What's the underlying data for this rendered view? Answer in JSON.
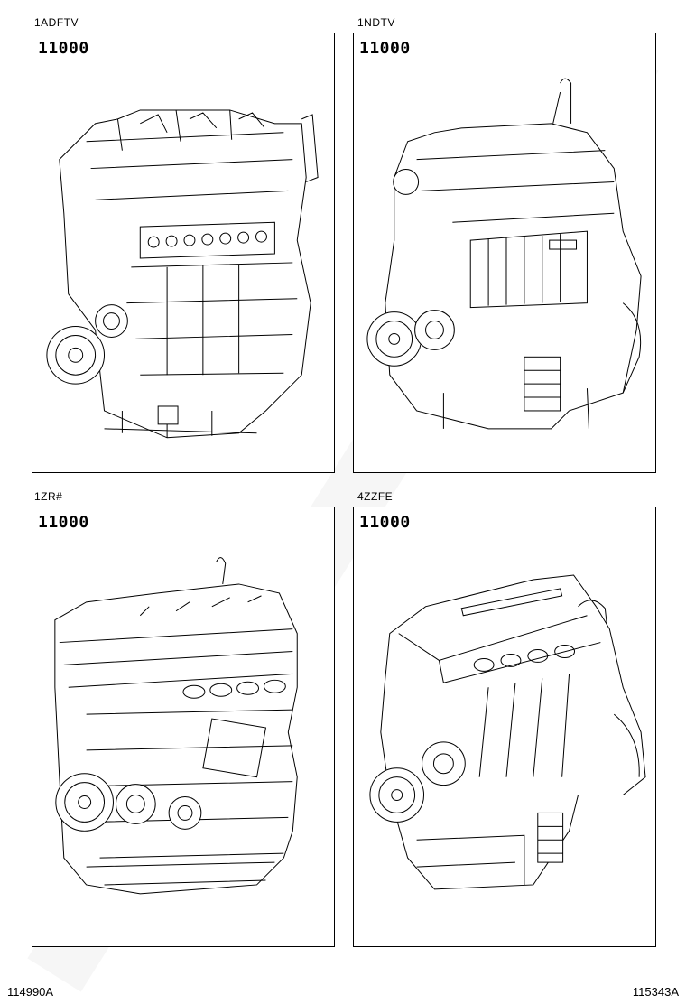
{
  "panels": [
    {
      "engine": "1ADFTV",
      "part_number": "11000",
      "icon": "engine-assembly-drawing"
    },
    {
      "engine": "1NDTV",
      "part_number": "11000",
      "icon": "engine-assembly-drawing"
    },
    {
      "engine": "1ZR#",
      "part_number": "11000",
      "icon": "engine-assembly-drawing"
    },
    {
      "engine": "4ZZFE",
      "part_number": "11000",
      "icon": "engine-assembly-drawing"
    }
  ],
  "footer": {
    "left_code": "114990A",
    "right_code": "115343A"
  },
  "watermark_icon": "toyota-catalog-watermark"
}
